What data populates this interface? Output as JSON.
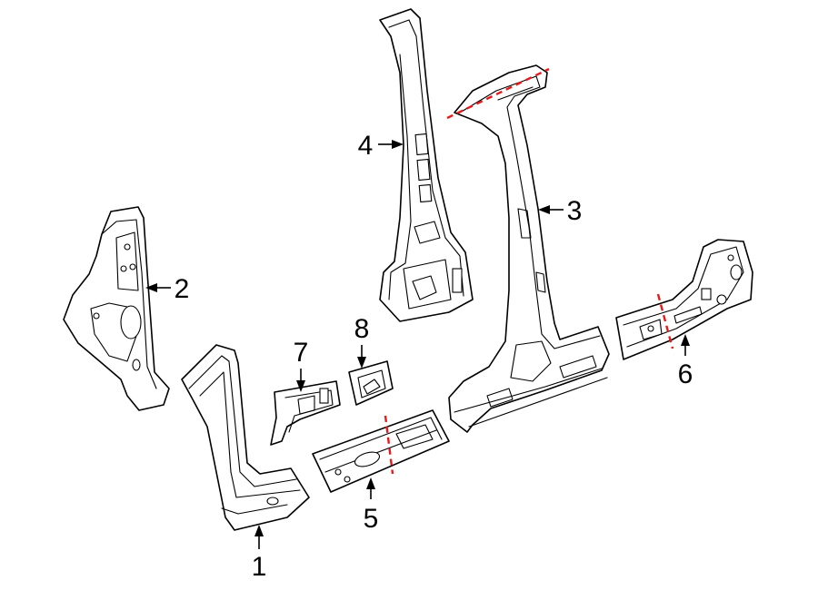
{
  "colors": {
    "cut_line": "#e8191b",
    "line": "#000000",
    "background": "#ffffff"
  },
  "callouts": {
    "c1": "1",
    "c2": "2",
    "c3": "3",
    "c4": "4",
    "c5": "5",
    "c6": "6",
    "c7": "7",
    "c8": "8"
  }
}
